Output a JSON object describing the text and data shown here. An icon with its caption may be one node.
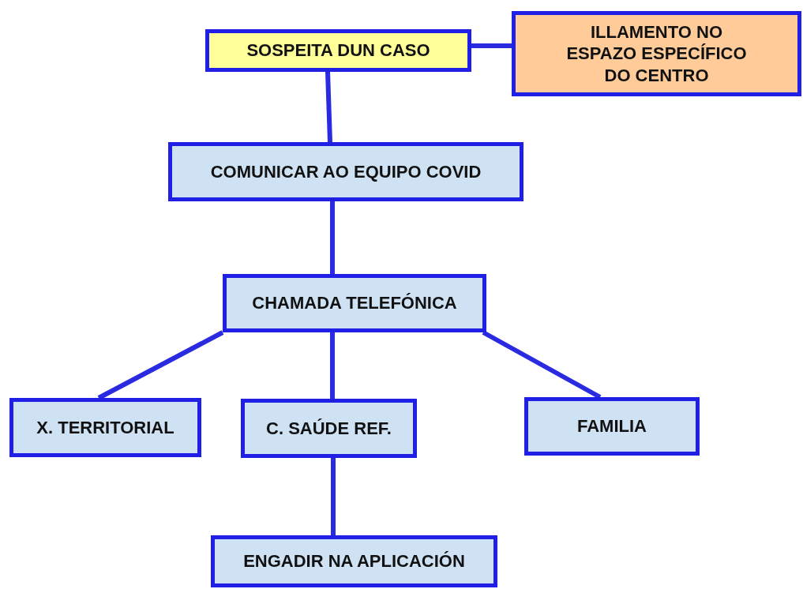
{
  "diagram": {
    "nodes": [
      {
        "text": [
          "SOSPEITA DUN CASO"
        ]
      },
      {
        "text": [
          "ILLAMENTO NO ESPAZO ESPECÍFICO DO CENTRO"
        ]
      },
      {
        "text": [
          "COMUNICAR AO EQUIPO COVID"
        ]
      },
      {
        "text": [
          "CHAMADA TELEFÓNICA"
        ]
      },
      {
        "text": [
          "X. TERRITORIAL"
        ]
      },
      {
        "text": [
          "C. SAÚDE REF."
        ]
      },
      {
        "text": [
          "FAMILIA"
        ]
      },
      {
        "text": [
          "ENGADIR NA APLICACIÓN"
        ]
      }
    ],
    "edges": [
      {
        "from": 0,
        "to": 1,
        "arrow": "none"
      },
      {
        "from": 0,
        "to": 2,
        "arrow": "none"
      },
      {
        "from": 2,
        "to": 3,
        "arrow": "none"
      },
      {
        "from": 3,
        "to": 4,
        "arrow": "none"
      },
      {
        "from": 3,
        "to": 5,
        "arrow": "none"
      },
      {
        "from": 3,
        "to": 6,
        "arrow": "none"
      },
      {
        "from": 5,
        "to": 7,
        "arrow": "none"
      }
    ]
  }
}
